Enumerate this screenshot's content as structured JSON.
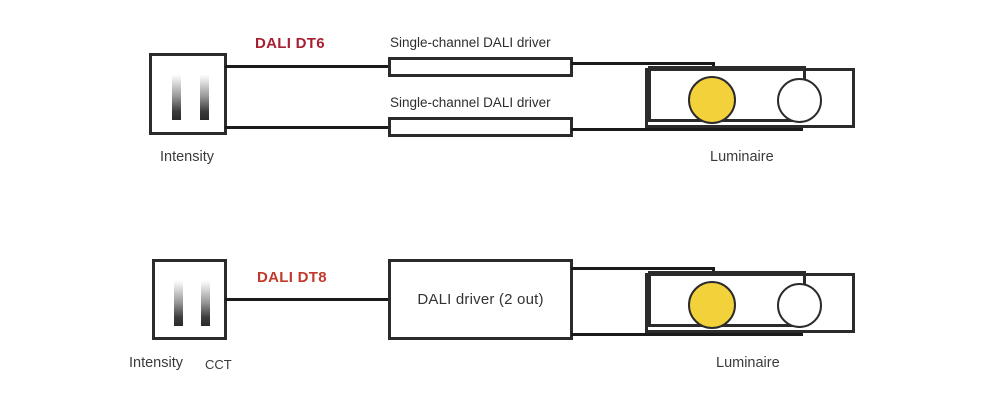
{
  "diagram": {
    "title_present": false,
    "background_color": "#ffffff",
    "line_color": "#1a1a1a",
    "lamp_on_color": "#F2D13B",
    "lamp_off_color": "#ffffff",
    "rows": [
      {
        "id": "dt6",
        "bus_label": "DALI DT6",
        "bus_label_color": "#A81E32",
        "controller": {
          "name": "intensity-controller",
          "labels": [
            {
              "text": "Intensity",
              "size": "normal"
            }
          ],
          "slider_count": 2
        },
        "drivers": [
          {
            "label": "Single-channel DALI driver",
            "label_position": "above"
          },
          {
            "label": "Single-channel DALI driver",
            "label_position": "above"
          }
        ],
        "luminaire": {
          "label": "Luminaire",
          "lamps": [
            {
              "name": "warm-lamp",
              "state": "on"
            },
            {
              "name": "cool-lamp",
              "state": "off"
            }
          ]
        }
      },
      {
        "id": "dt8",
        "bus_label": "DALI DT8",
        "bus_label_color": "#C0392B",
        "controller": {
          "name": "intensity-cct-controller",
          "labels": [
            {
              "text": "Intensity",
              "size": "normal"
            },
            {
              "text": "CCT",
              "size": "small"
            }
          ],
          "slider_count": 2
        },
        "drivers": [
          {
            "label": "DALI driver (2 out)",
            "label_position": "inside"
          }
        ],
        "luminaire": {
          "label": "Luminaire",
          "lamps": [
            {
              "name": "warm-lamp",
              "state": "on"
            },
            {
              "name": "cool-lamp",
              "state": "off"
            }
          ]
        }
      }
    ]
  }
}
